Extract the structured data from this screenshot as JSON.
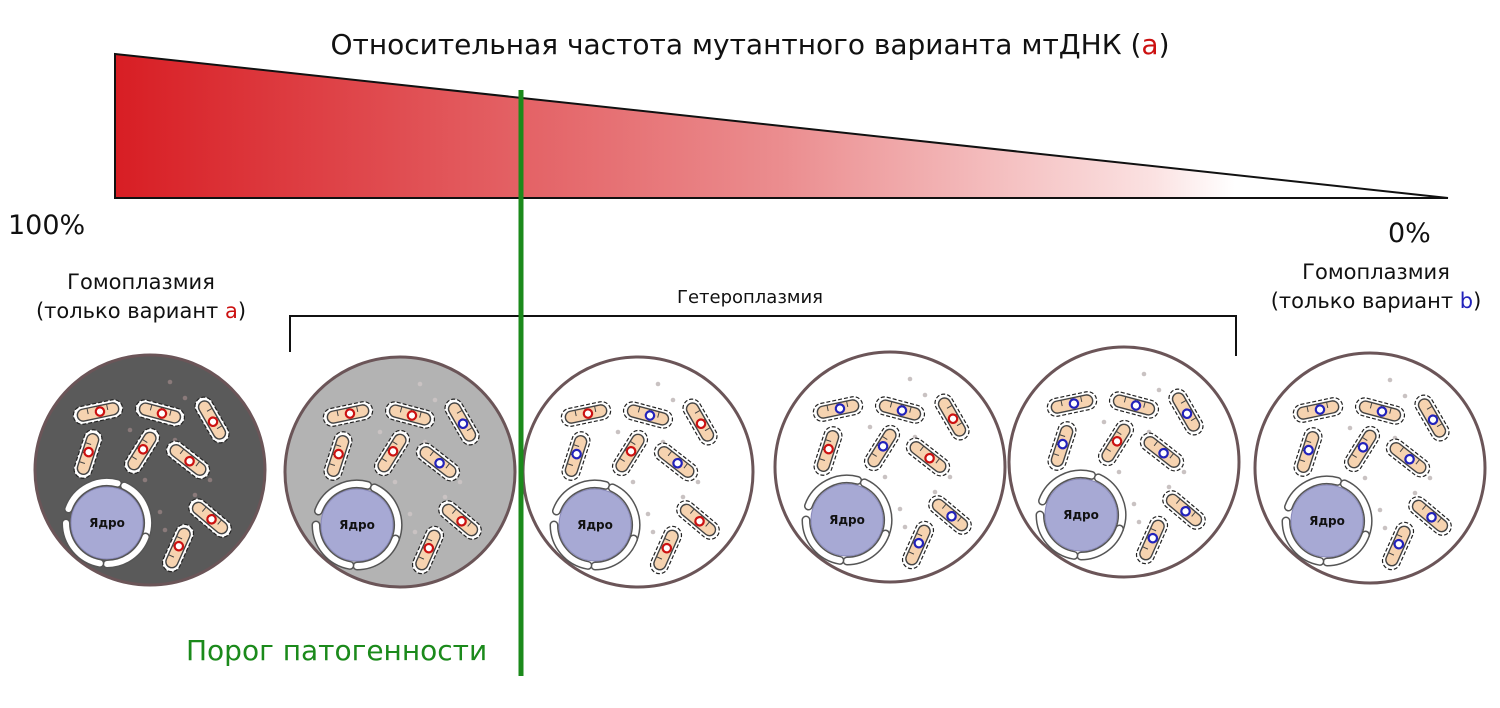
{
  "title": {
    "text": "Относительная частота мутантного варианта мтДНК (",
    "variant": "a",
    "close": ")"
  },
  "scale": {
    "left_label": "100%",
    "right_label": "0%"
  },
  "homoplasmy_left": {
    "line1": "Гомоплазмия",
    "line2_prefix": "(только вариант ",
    "variant": "a",
    "line2_suffix": ")"
  },
  "homoplasmy_right": {
    "line1": "Гомоплазмия",
    "line2_prefix": "(только вариант ",
    "variant": "b",
    "line2_suffix": ")"
  },
  "heteroplasmy_label": "Гетероплазмия",
  "threshold_label": "Порог патогенности",
  "nucleus_label": "Ядро",
  "colors": {
    "gradient_start": "#d81e24",
    "threshold": "#1b8a1b",
    "variant_a": "#cc1111",
    "variant_b": "#2222bb",
    "mito_fill": "#f6d3b0",
    "nucleus": "#a7a9d4",
    "cell_border": "#6b5558"
  },
  "cells": [
    {
      "background": "#5a5a5a",
      "mito_variants": [
        "a",
        "a",
        "a",
        "a",
        "a",
        "a",
        "a",
        "a"
      ]
    },
    {
      "background": "#b3b3b3",
      "mito_variants": [
        "a",
        "a",
        "b",
        "a",
        "a",
        "b",
        "a",
        "a"
      ]
    },
    {
      "background": "#ffffff",
      "mito_variants": [
        "a",
        "b",
        "a",
        "b",
        "a",
        "b",
        "a",
        "a"
      ]
    },
    {
      "background": "#ffffff",
      "mito_variants": [
        "b",
        "b",
        "a",
        "a",
        "b",
        "a",
        "b",
        "b"
      ]
    },
    {
      "background": "#ffffff",
      "mito_variants": [
        "b",
        "b",
        "b",
        "b",
        "a",
        "b",
        "b",
        "b"
      ]
    },
    {
      "background": "#ffffff",
      "mito_variants": [
        "b",
        "b",
        "b",
        "b",
        "b",
        "b",
        "b",
        "b"
      ]
    }
  ]
}
